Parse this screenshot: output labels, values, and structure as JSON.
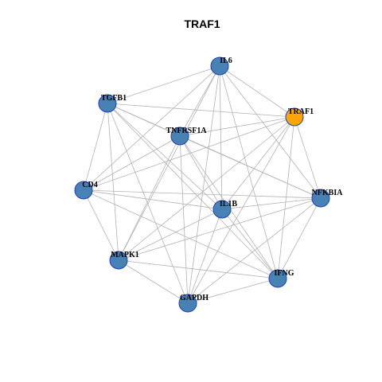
{
  "title": "TRAF1",
  "colors": {
    "node_default": "#4682b4",
    "node_highlight": "#ffa500",
    "node_stroke": "#1f3fbf",
    "edge": "#b3b3b3"
  },
  "nodes": [
    {
      "id": "IL6",
      "label": "IL6",
      "highlight": false
    },
    {
      "id": "TGFB1",
      "label": "TGFB1",
      "highlight": false
    },
    {
      "id": "TRAF1",
      "label": "TRAF1",
      "highlight": true
    },
    {
      "id": "TNFRSF1A",
      "label": "TNFRSF1A",
      "highlight": false
    },
    {
      "id": "CD4",
      "label": "CD4",
      "highlight": false
    },
    {
      "id": "NFKBIA",
      "label": "NFKBIA",
      "highlight": false
    },
    {
      "id": "IL1B",
      "label": "IL1B",
      "highlight": false
    },
    {
      "id": "MAPK1",
      "label": "MAPK1",
      "highlight": false
    },
    {
      "id": "IFNG",
      "label": "IFNG",
      "highlight": false
    },
    {
      "id": "GAPDH",
      "label": "GAPDH",
      "highlight": false
    }
  ],
  "edges": [
    [
      "IL6",
      "TGFB1"
    ],
    [
      "IL6",
      "TRAF1"
    ],
    [
      "IL6",
      "TNFRSF1A"
    ],
    [
      "IL6",
      "CD4"
    ],
    [
      "IL6",
      "NFKBIA"
    ],
    [
      "IL6",
      "IL1B"
    ],
    [
      "IL6",
      "MAPK1"
    ],
    [
      "IL6",
      "IFNG"
    ],
    [
      "IL6",
      "GAPDH"
    ],
    [
      "TGFB1",
      "TRAF1"
    ],
    [
      "TGFB1",
      "TNFRSF1A"
    ],
    [
      "TGFB1",
      "CD4"
    ],
    [
      "TGFB1",
      "NFKBIA"
    ],
    [
      "TGFB1",
      "IL1B"
    ],
    [
      "TGFB1",
      "MAPK1"
    ],
    [
      "TGFB1",
      "IFNG"
    ],
    [
      "TGFB1",
      "GAPDH"
    ],
    [
      "TRAF1",
      "TNFRSF1A"
    ],
    [
      "TRAF1",
      "CD4"
    ],
    [
      "TRAF1",
      "NFKBIA"
    ],
    [
      "TRAF1",
      "IL1B"
    ],
    [
      "TRAF1",
      "MAPK1"
    ],
    [
      "TRAF1",
      "IFNG"
    ],
    [
      "TRAF1",
      "GAPDH"
    ],
    [
      "TNFRSF1A",
      "CD4"
    ],
    [
      "TNFRSF1A",
      "NFKBIA"
    ],
    [
      "TNFRSF1A",
      "IL1B"
    ],
    [
      "TNFRSF1A",
      "MAPK1"
    ],
    [
      "TNFRSF1A",
      "IFNG"
    ],
    [
      "TNFRSF1A",
      "GAPDH"
    ],
    [
      "CD4",
      "NFKBIA"
    ],
    [
      "CD4",
      "IL1B"
    ],
    [
      "CD4",
      "MAPK1"
    ],
    [
      "CD4",
      "IFNG"
    ],
    [
      "NFKBIA",
      "IL1B"
    ],
    [
      "NFKBIA",
      "MAPK1"
    ],
    [
      "NFKBIA",
      "IFNG"
    ],
    [
      "NFKBIA",
      "GAPDH"
    ],
    [
      "IL1B",
      "MAPK1"
    ],
    [
      "IL1B",
      "IFNG"
    ],
    [
      "IL1B",
      "GAPDH"
    ],
    [
      "MAPK1",
      "IFNG"
    ],
    [
      "MAPK1",
      "GAPDH"
    ],
    [
      "IFNG",
      "GAPDH"
    ]
  ]
}
